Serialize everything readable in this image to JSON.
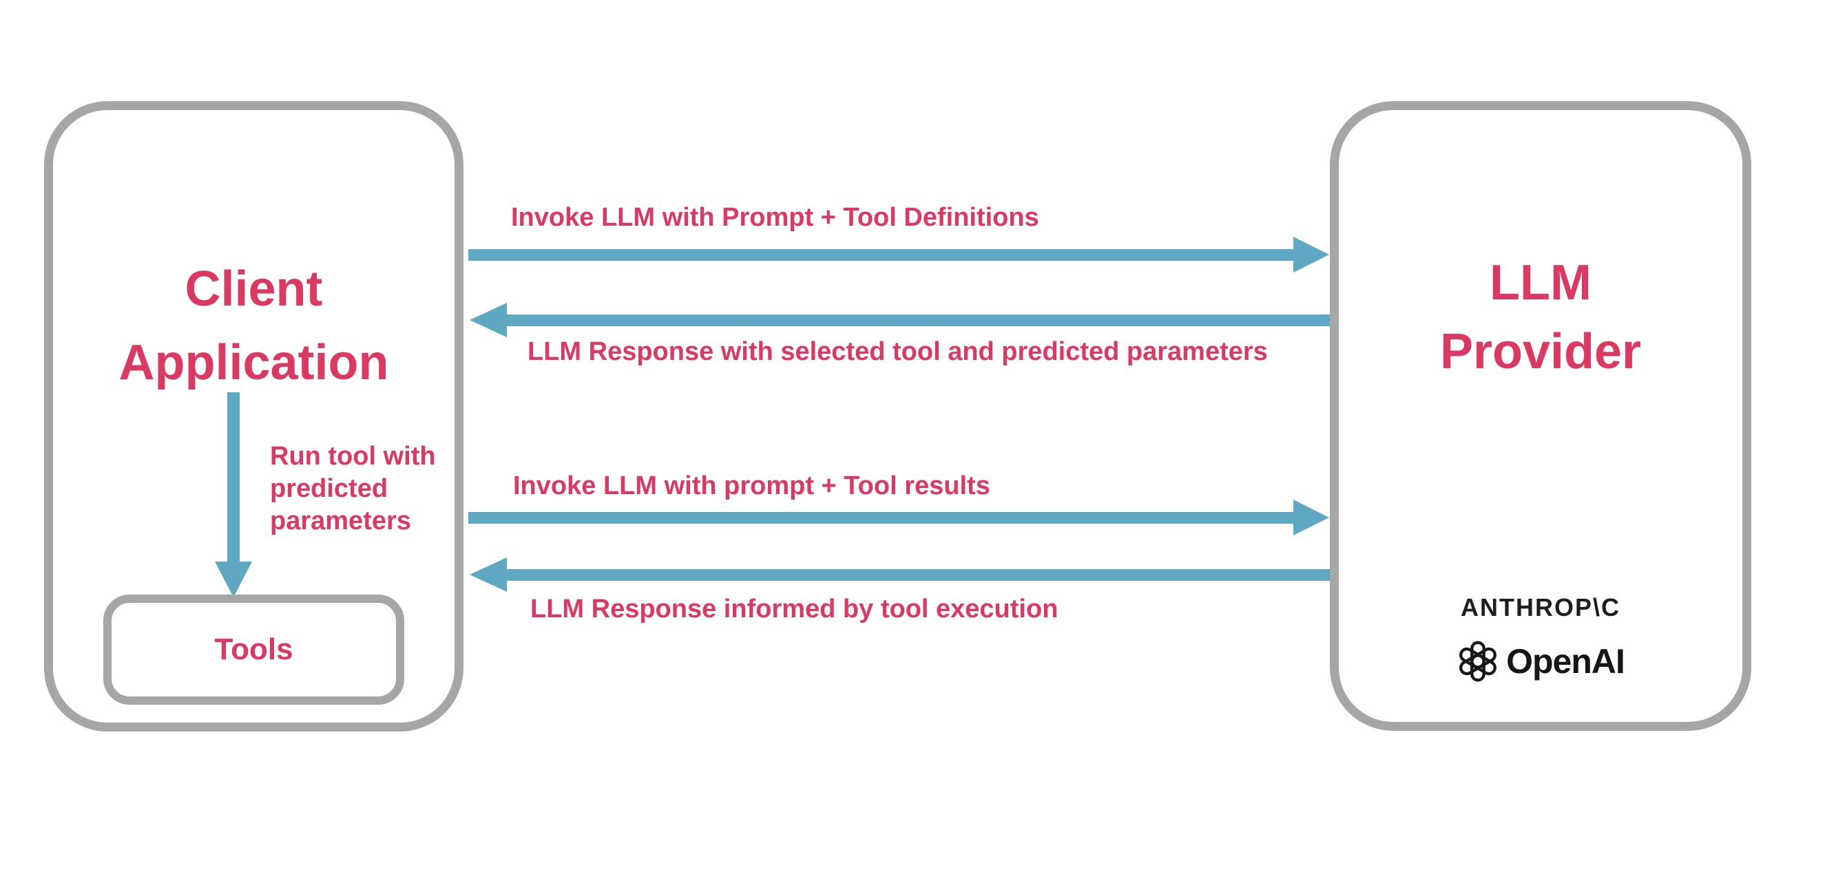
{
  "colors": {
    "accent_pink": "#db3862",
    "arrow_blue": "#5fa8c4",
    "border_gray": "#a6a6a6",
    "logo_dark": "#1f1d1d"
  },
  "client_box": {
    "title_line1": "Client",
    "title_line2": "Application",
    "run_tool_label": "Run tool with\npredicted\nparameters",
    "tools_label": "Tools"
  },
  "llm_box": {
    "title_line1": "LLM",
    "title_line2": "Provider",
    "anthropic_logo": "ANTHROP\\C",
    "openai_logo": "OpenAI"
  },
  "arrows": {
    "top_request": "Invoke LLM with Prompt + Tool Definitions",
    "top_response": "LLM Response with selected tool and predicted parameters",
    "bottom_request": "Invoke LLM with prompt + Tool results",
    "bottom_response": "LLM Response informed by tool execution"
  }
}
